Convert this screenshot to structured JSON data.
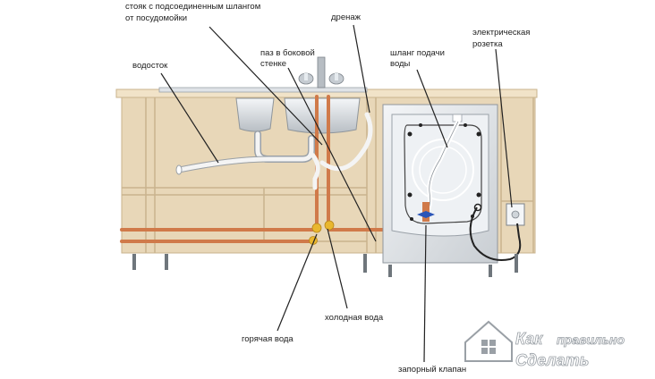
{
  "labels": {
    "riser_line1": "стояк с подсоединенным шлангом",
    "riser_line2": "от посудомойки",
    "drain": "дренаж",
    "groove_line1": "паз в боковой",
    "groove_line2": "стенке",
    "inlet_line1": "шланг подачи",
    "inlet_line2": "воды",
    "socket_line1": "электрическая",
    "socket_line2": "розетка",
    "gutter": "водосток",
    "cold_water": "холодная вода",
    "hot_water": "горячая вода",
    "shutoff_valve": "запорный клапан"
  },
  "watermark": {
    "line1": "Как",
    "line1_rest": "правильно",
    "line2": "Сделать"
  },
  "colors": {
    "cabinet": "#e8d7b8",
    "cabinet_edge": "#c9b38d",
    "countertop": "#f1e3c8",
    "copper_pipe": "#d07a4a",
    "brass_fitting": "#e9b72e",
    "hose": "#f4f4f4",
    "machine": "#dfe3e7",
    "valve_blue": "#2a55b8",
    "leader_line": "#222222"
  }
}
